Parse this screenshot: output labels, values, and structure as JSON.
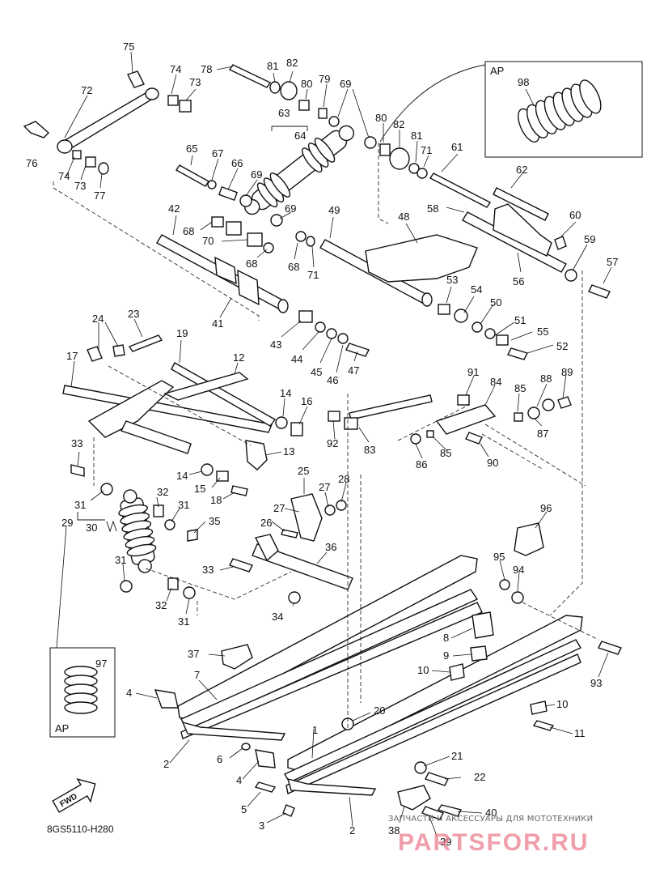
{
  "diagram": {
    "code": "8GS5110-H280",
    "fwd_label": "FWD",
    "inset_label": "AP",
    "callouts": [
      "1",
      "2",
      "3",
      "4",
      "5",
      "6",
      "7",
      "8",
      "9",
      "10",
      "11",
      "12",
      "13",
      "14",
      "15",
      "16",
      "17",
      "18",
      "19",
      "20",
      "21",
      "22",
      "23",
      "24",
      "25",
      "26",
      "27",
      "28",
      "29",
      "30",
      "31",
      "32",
      "33",
      "34",
      "35",
      "36",
      "37",
      "38",
      "39",
      "40",
      "41",
      "42",
      "43",
      "44",
      "45",
      "46",
      "47",
      "48",
      "49",
      "50",
      "51",
      "52",
      "53",
      "54",
      "55",
      "56",
      "57",
      "58",
      "59",
      "60",
      "61",
      "62",
      "63",
      "64",
      "65",
      "66",
      "67",
      "68",
      "69",
      "70",
      "71",
      "72",
      "73",
      "74",
      "75",
      "76",
      "77",
      "78",
      "79",
      "80",
      "81",
      "82",
      "83",
      "84",
      "85",
      "86",
      "87",
      "88",
      "89",
      "90",
      "91",
      "92",
      "93",
      "94",
      "95",
      "96",
      "97",
      "98"
    ]
  },
  "watermark": {
    "caption": "ЗАПЧАСТИ И АКСЕССУАРЫ ДЛЯ МОТОТЕХНИКИ",
    "brand": "PARTSFOR.RU"
  }
}
